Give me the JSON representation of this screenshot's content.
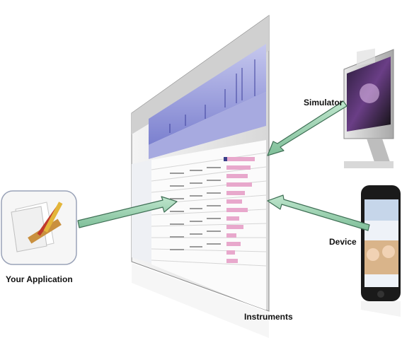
{
  "labels": {
    "your_application": "Your Application",
    "simulator": "Simulator",
    "device": "Device",
    "instruments": "Instruments"
  },
  "colors": {
    "arrow_fill": "#9fd3b4",
    "arrow_stroke": "#3f6f55",
    "track_purple": "#6f74c8",
    "bar_pink": "#e8a8cc"
  },
  "icons": [
    "app-icon",
    "imac-icon",
    "iphone-icon",
    "instruments-window"
  ]
}
